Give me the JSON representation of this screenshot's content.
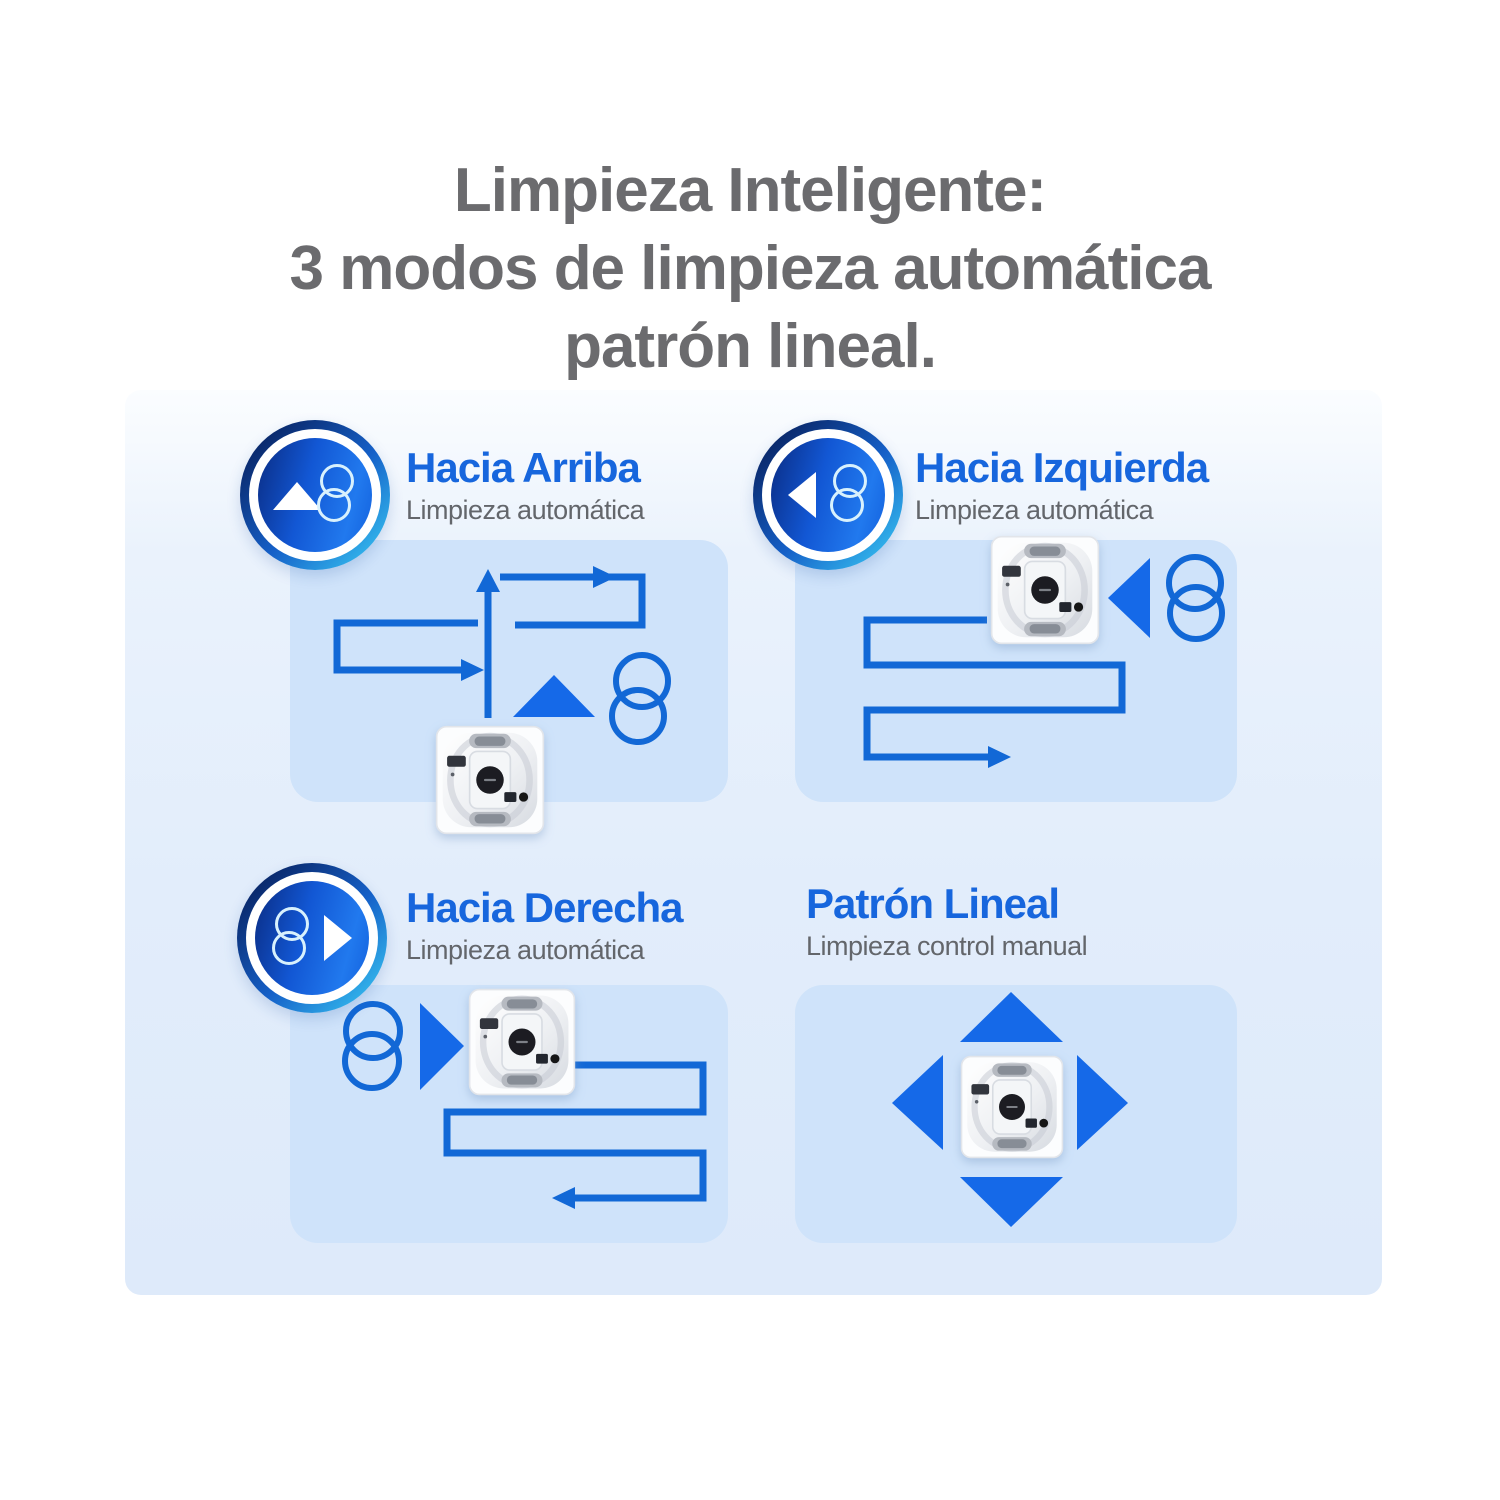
{
  "title": {
    "lines": [
      "Limpieza Inteligente:",
      "3 modos de limpieza automática",
      "patrón lineal."
    ]
  },
  "modes": [
    {
      "heading": "Hacia Arriba",
      "subtitle": "Limpieza automática",
      "badge_icon": "arrow-up-with-overlapping-circles",
      "diagram": "upward-arrow-serpentine-path-with-robot"
    },
    {
      "heading": "Hacia Izquierda",
      "subtitle": "Limpieza automática",
      "badge_icon": "arrow-left-with-overlapping-circles",
      "diagram": "leftward-arrow-serpentine-path-with-robot"
    },
    {
      "heading": "Hacia Derecha",
      "subtitle": "Limpieza automática",
      "badge_icon": "arrow-right-with-overlapping-circles",
      "diagram": "rightward-arrow-serpentine-path-with-robot"
    },
    {
      "heading": "Patrón Lineal",
      "subtitle": "Limpieza control manual",
      "badge_icon": null,
      "diagram": "four-direction-arrows-around-robot"
    }
  ],
  "colors": {
    "title_gray": "#6b6b6e",
    "heading_blue": "#1766dd",
    "subtitle_gray": "#63666b",
    "path_blue": "#1268d6",
    "arrow_fill_blue": "#1569e8",
    "panel_blue": "#cfe3fa",
    "backdrop_blue": "#e2edfb",
    "badge_dark_navy": "#0a2c83",
    "badge_cyan": "#38c5f2"
  }
}
